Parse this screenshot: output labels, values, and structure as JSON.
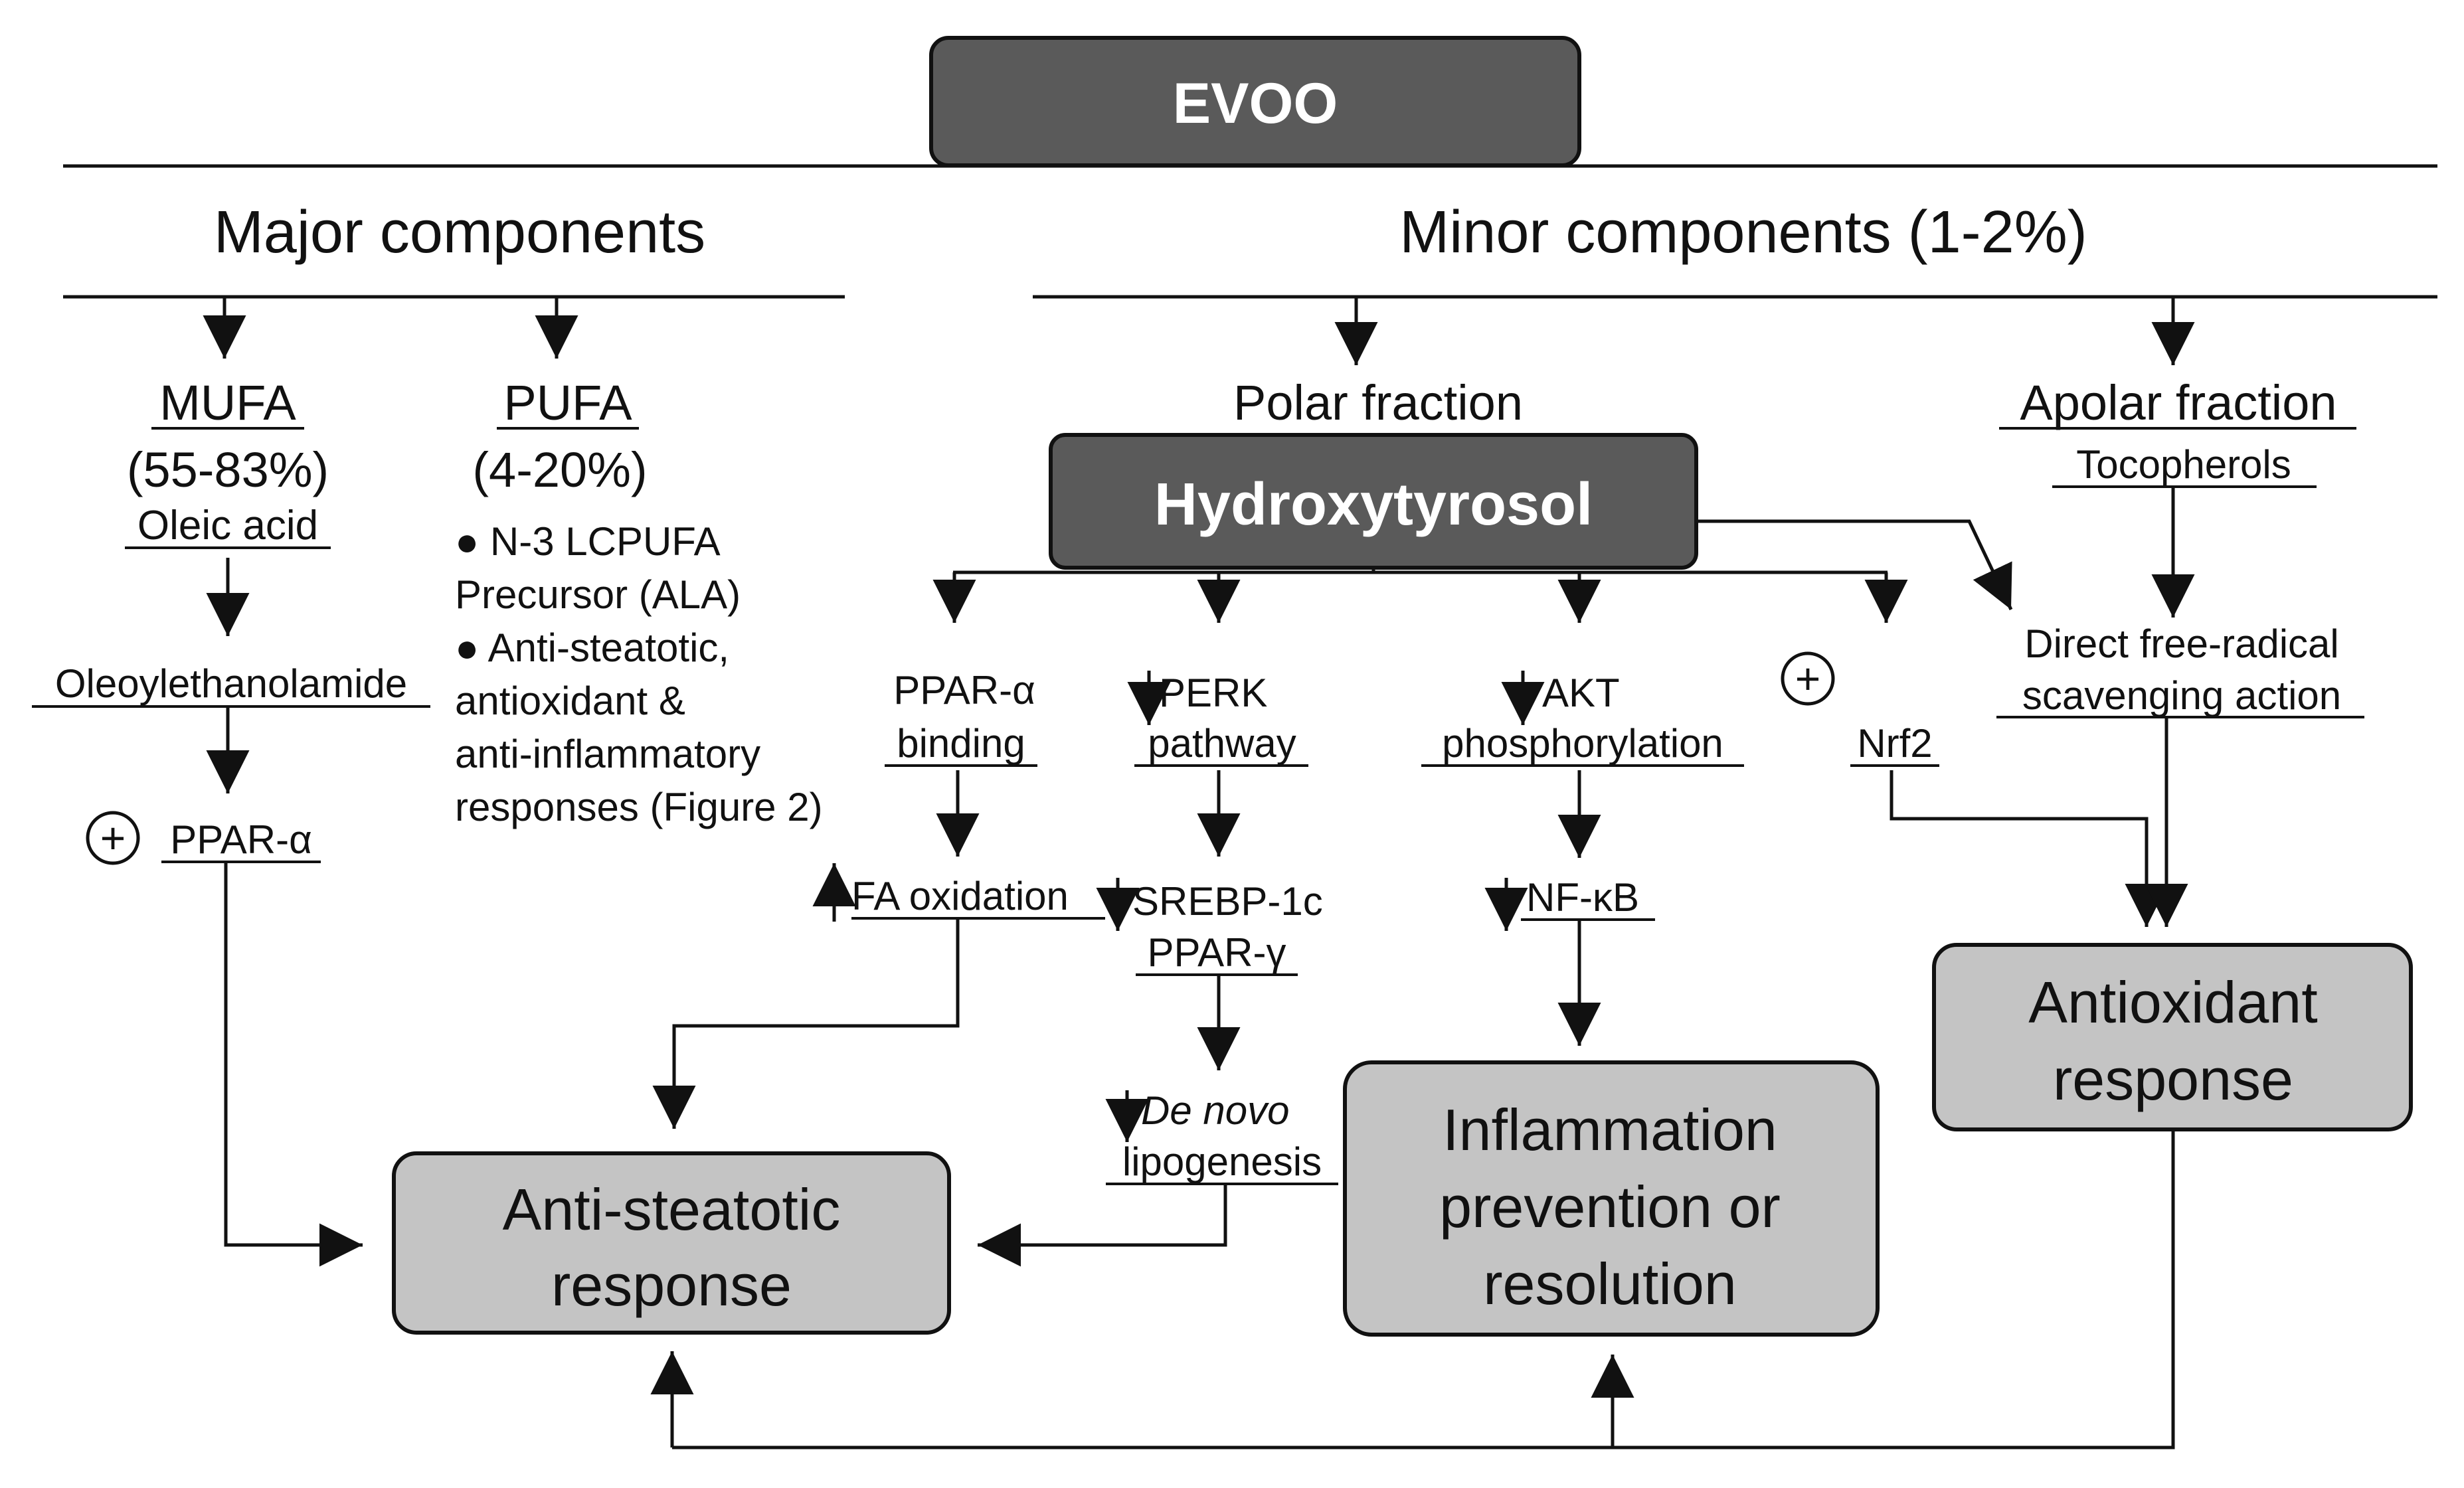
{
  "title": "EVOO",
  "major": {
    "heading": "Major components",
    "mufa": {
      "label": "MUFA",
      "range": "(55-83%)",
      "compound": "Oleic acid",
      "metabolite": "Oleoylethanolamide",
      "plus": "+",
      "target": "PPAR-α"
    },
    "pufa": {
      "label": "PUFA",
      "range": "(4-20%)",
      "bullet1_line1": "● N-3 LCPUFA",
      "bullet1_line2": "Precursor (ALA)",
      "bullet2_line1": "● Anti-steatotic,",
      "bullet2_line2": "antioxidant &",
      "bullet2_line3": "anti-inflammatory",
      "bullet2_line4": "responses (Figure 2)"
    }
  },
  "minor": {
    "heading": "Minor components (1-2%)",
    "polar": "Polar fraction",
    "hydroxytyrosol": "Hydroxytyrosol",
    "apolar": "Apolar fraction",
    "tocopherols": "Tocopherols",
    "scavenging_line1": "Direct free-radical",
    "scavenging_line2": "scavenging action",
    "ppar_line1": "PPAR-α",
    "ppar_line2": "binding",
    "perk_line1": "PERK",
    "perk_line2": "pathway",
    "akt_line1": "AKT",
    "akt_line2": "phosphorylation",
    "nrf2_plus": "+",
    "nrf2": "Nrf2",
    "fa_oxidation": "FA oxidation",
    "srebp": "SREBP-1c",
    "ppar_gamma": "PPAR-γ",
    "de_novo": "De novo",
    "lipogenesis": "lipogenesis",
    "nfkb": "NF-κB"
  },
  "responses": {
    "anti_steatotic_line1": "Anti-steatotic",
    "anti_steatotic_line2": "response",
    "inflammation_line1": "Inflammation",
    "inflammation_line2": "prevention or",
    "inflammation_line3": "resolution",
    "antioxidant_line1": "Antioxidant",
    "antioxidant_line2": "response"
  }
}
